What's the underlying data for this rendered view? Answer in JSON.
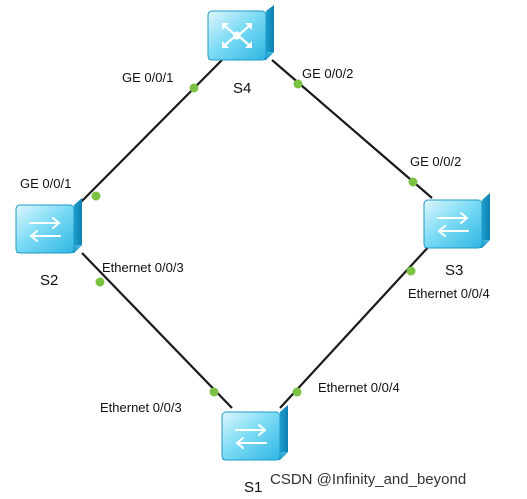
{
  "devices": {
    "s1": {
      "name": "S1",
      "icon": "switch-icon"
    },
    "s2": {
      "name": "S2",
      "icon": "switch-icon"
    },
    "s3": {
      "name": "S3",
      "icon": "switch-icon"
    },
    "s4": {
      "name": "S4",
      "icon": "core-switch-icon"
    }
  },
  "links": [
    {
      "from": "S4",
      "from_port": "GE 0/0/1",
      "to": "S2",
      "to_port": "GE 0/0/1"
    },
    {
      "from": "S4",
      "from_port": "GE 0/0/2",
      "to": "S3",
      "to_port": "GE 0/0/2"
    },
    {
      "from": "S2",
      "from_port": "Ethernet 0/0/3",
      "to": "S1",
      "to_port": "Ethernet 0/0/3"
    },
    {
      "from": "S3",
      "from_port": "Ethernet 0/0/4",
      "to": "S1",
      "to_port": "Ethernet 0/0/4"
    }
  ],
  "watermark": "CSDN @Infinity_and_beyond",
  "colors": {
    "port_dot": "#7bc143",
    "device_face": "#4fc9ee",
    "line": "#1a1a1a"
  }
}
